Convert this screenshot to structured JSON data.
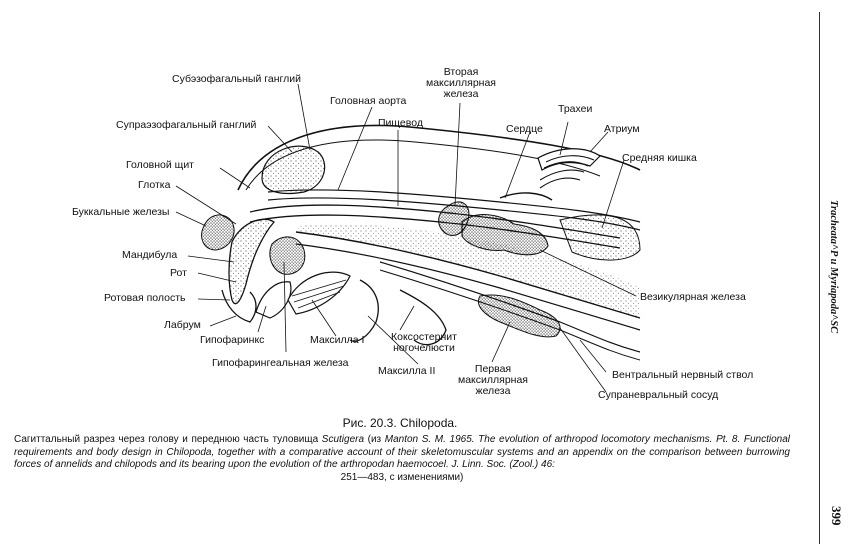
{
  "figure": {
    "labels": {
      "subesophageal_ganglion": "Субэзофагальный ганглий",
      "head_aorta": "Головная аорта",
      "second_maxillary_gland": "Вторая\nмаксиллярная\nжелеза",
      "tracheae": "Трахеи",
      "supraesophageal_ganglion": "Супраэзофагальный ганглий",
      "esophagus": "Пищевод",
      "heart": "Сердце",
      "atrium": "Атриум",
      "head_shield": "Головной щит",
      "midgut": "Средняя кишка",
      "pharynx": "Глотка",
      "buccal_glands": "Буккальные железы",
      "mandible": "Мандибула",
      "mouth": "Рот",
      "vesicular_gland": "Везикулярная железа",
      "oral_cavity": "Ротовая полость",
      "labrum": "Лабрум",
      "hypopharynx": "Гипофаринкс",
      "maxilla_1": "Максилла I",
      "coxosternite": "Коксостернит\nногочелюсти",
      "hypopharyngeal_gland": "Гипофарингеальная железа",
      "maxilla_2": "Максилла II",
      "first_maxillary_gland": "Первая\nмаксиллярная\nжелеза",
      "ventral_nerve_cord": "Вентральный нервный ствол",
      "supraneural_vessel": "Супраневральный сосуд"
    }
  },
  "figure_number": "Рис. 20.3. Chilopoda.",
  "caption": {
    "lead": "Сагиттальный разрез через голову и переднюю часть туловища ",
    "genus": "Scutigera",
    "from": " (из ",
    "reference": "Manton S. M. 1965. The evolution of arthropod locomotory mechanisms. Pt. 8. Functional requirements and body design in Chilopoda, together with a comparative account of their skeletomuscular systems and an appendix on the comparison between burrowing forces of annelids and chilopods and its bearing upon the evolution of the arthropodan haemocoel. J. Linn. Soc. (Zool.) 46:",
    "pages": "251—483",
    "tail": ", с изменениями)"
  },
  "running_header": "Tracheata^P и Myriapoda^SC",
  "page_number": "399"
}
